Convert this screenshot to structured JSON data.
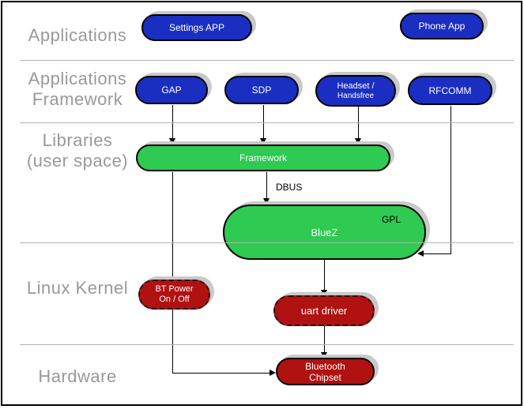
{
  "layers": {
    "applications": {
      "label": "Applications"
    },
    "applications_framework": {
      "line1": "Applications",
      "line2": "Framework"
    },
    "libraries": {
      "line1": "Libraries",
      "line2": "(user space)"
    },
    "linux_kernel": {
      "label": "Linux Kernel"
    },
    "hardware": {
      "label": "Hardware"
    }
  },
  "nodes": {
    "settings_app": {
      "label": "Settings APP"
    },
    "phone_app": {
      "label": "Phone App"
    },
    "gap": {
      "label": "GAP"
    },
    "sdp": {
      "label": "SDP"
    },
    "headset": {
      "line1": "Headset /",
      "line2": "Handsfree"
    },
    "rfcomm": {
      "label": "RFCOMM"
    },
    "framework": {
      "label": "Framework"
    },
    "bluez": {
      "label": "BlueZ",
      "badge": "GPL"
    },
    "bt_power": {
      "line1": "BT Power",
      "line2": "On / Off"
    },
    "uart_driver": {
      "label": "uart driver"
    },
    "bluetooth_chipset": {
      "line1": "Bluetooth",
      "line2": "Chipset"
    }
  },
  "edges": {
    "dbus_label": "DBUS"
  },
  "colors": {
    "app_node_blue": "#1b2ec2",
    "userspace_node_green": "#2fca51",
    "kernel_node_red": "#b01111",
    "layer_label_gray": "#999999",
    "divider_gray": "#b3b3b3",
    "node_shadow_gray": "#c9c9c9",
    "connector_black": "#000000"
  }
}
